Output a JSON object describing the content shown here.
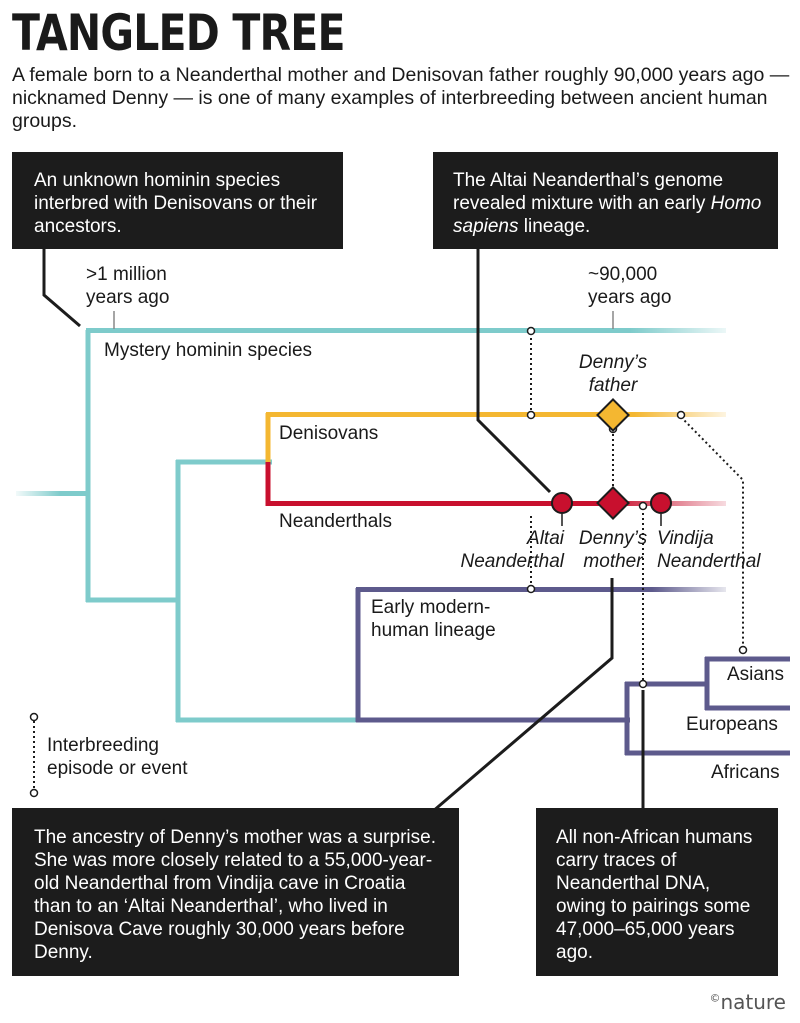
{
  "title": "TANGLED TREE",
  "subtitle": "A female born to a Neanderthal mother and Denisovan father roughly 90,000 years ago — nicknamed Denny — is one of many examples of interbreeding between ancient human groups.",
  "callouts": {
    "unknown_hominin": "An unknown hominin species interbred with Denisovans or their ancestors.",
    "altai_pre": "The Altai Neanderthal’s genome revealed mixture with an early ",
    "altai_em": "Homo sapiens",
    "altai_post": " lineage.",
    "dennys_mother": "The ancestry of Denny’s mother was a surprise. She was more closely related to a 55,000-year-old Neanderthal from Vindija cave in Croatia than to an ‘Altai Neanderthal’, who lived in Denisova Cave roughly 30,000 years before Denny.",
    "non_african": "All non-African humans carry traces of Neanderthal DNA, owing to pairings some 47,000–65,000 years ago."
  },
  "time_labels": {
    "million": [
      ">1 million",
      "years ago"
    ],
    "ninety_thousand": [
      "~90,000",
      "years ago"
    ]
  },
  "lineages": {
    "mystery": "Mystery hominin species",
    "denisovans": "Denisovans",
    "neanderthals": "Neanderthals",
    "early_modern": [
      "Early modern-",
      "human lineage"
    ],
    "asians": "Asians",
    "europeans": "Europeans",
    "africans": "Africans"
  },
  "individuals": {
    "dennys_father": [
      "Denny’s",
      "father"
    ],
    "altai": [
      "Altai",
      "Neanderthal"
    ],
    "dennys_mother": [
      "Denny’s",
      "mother"
    ],
    "vindija": [
      "Vindija",
      "Neanderthal"
    ]
  },
  "legend": [
    "Interbreeding",
    "episode or event"
  ],
  "credit": "nature",
  "colors": {
    "mystery": "#7ecbcb",
    "denisovan": "#f4b731",
    "neanderthal": "#c8102e",
    "modern": "#5d5a8c",
    "box": "#1c1c1c"
  }
}
